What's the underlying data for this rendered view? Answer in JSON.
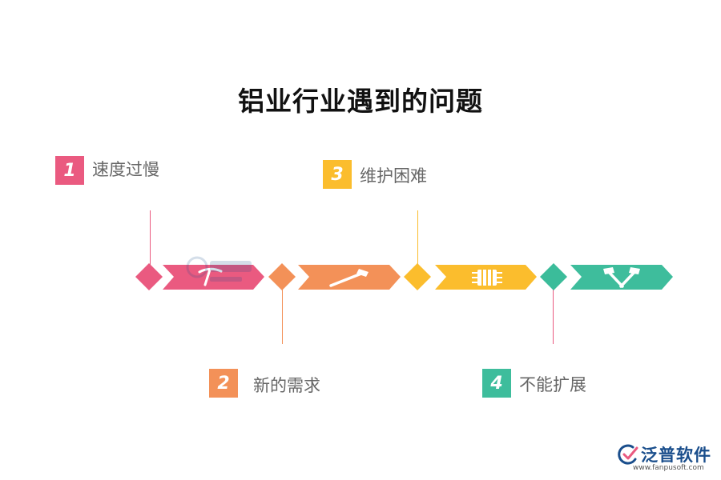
{
  "title": "铝业行业遇到的问题",
  "colors": {
    "pink": "#ea5a80",
    "orange": "#f39158",
    "yellow": "#fbbd2d",
    "teal": "#3ebd9c",
    "diamond_teal": "#3bbc9a",
    "text_gray": "#666666",
    "logo_blue": "#1a4e8c"
  },
  "steps": [
    {
      "number": "1",
      "label": "速度过慢",
      "icon": "pickaxe-icon",
      "color": "#ea5a80"
    },
    {
      "number": "2",
      "label": "新的需求",
      "icon": "hammer-icon",
      "color": "#f39158"
    },
    {
      "number": "3",
      "label": "维护困难",
      "icon": "traffic-light-icon",
      "color": "#fbbd2d"
    },
    {
      "number": "4",
      "label": "不能扩展",
      "icon": "crossed-hammers-icon",
      "color": "#3ebd9c"
    }
  ],
  "brand": {
    "name": "泛普软件",
    "url": "www.fanpusoft.com"
  }
}
